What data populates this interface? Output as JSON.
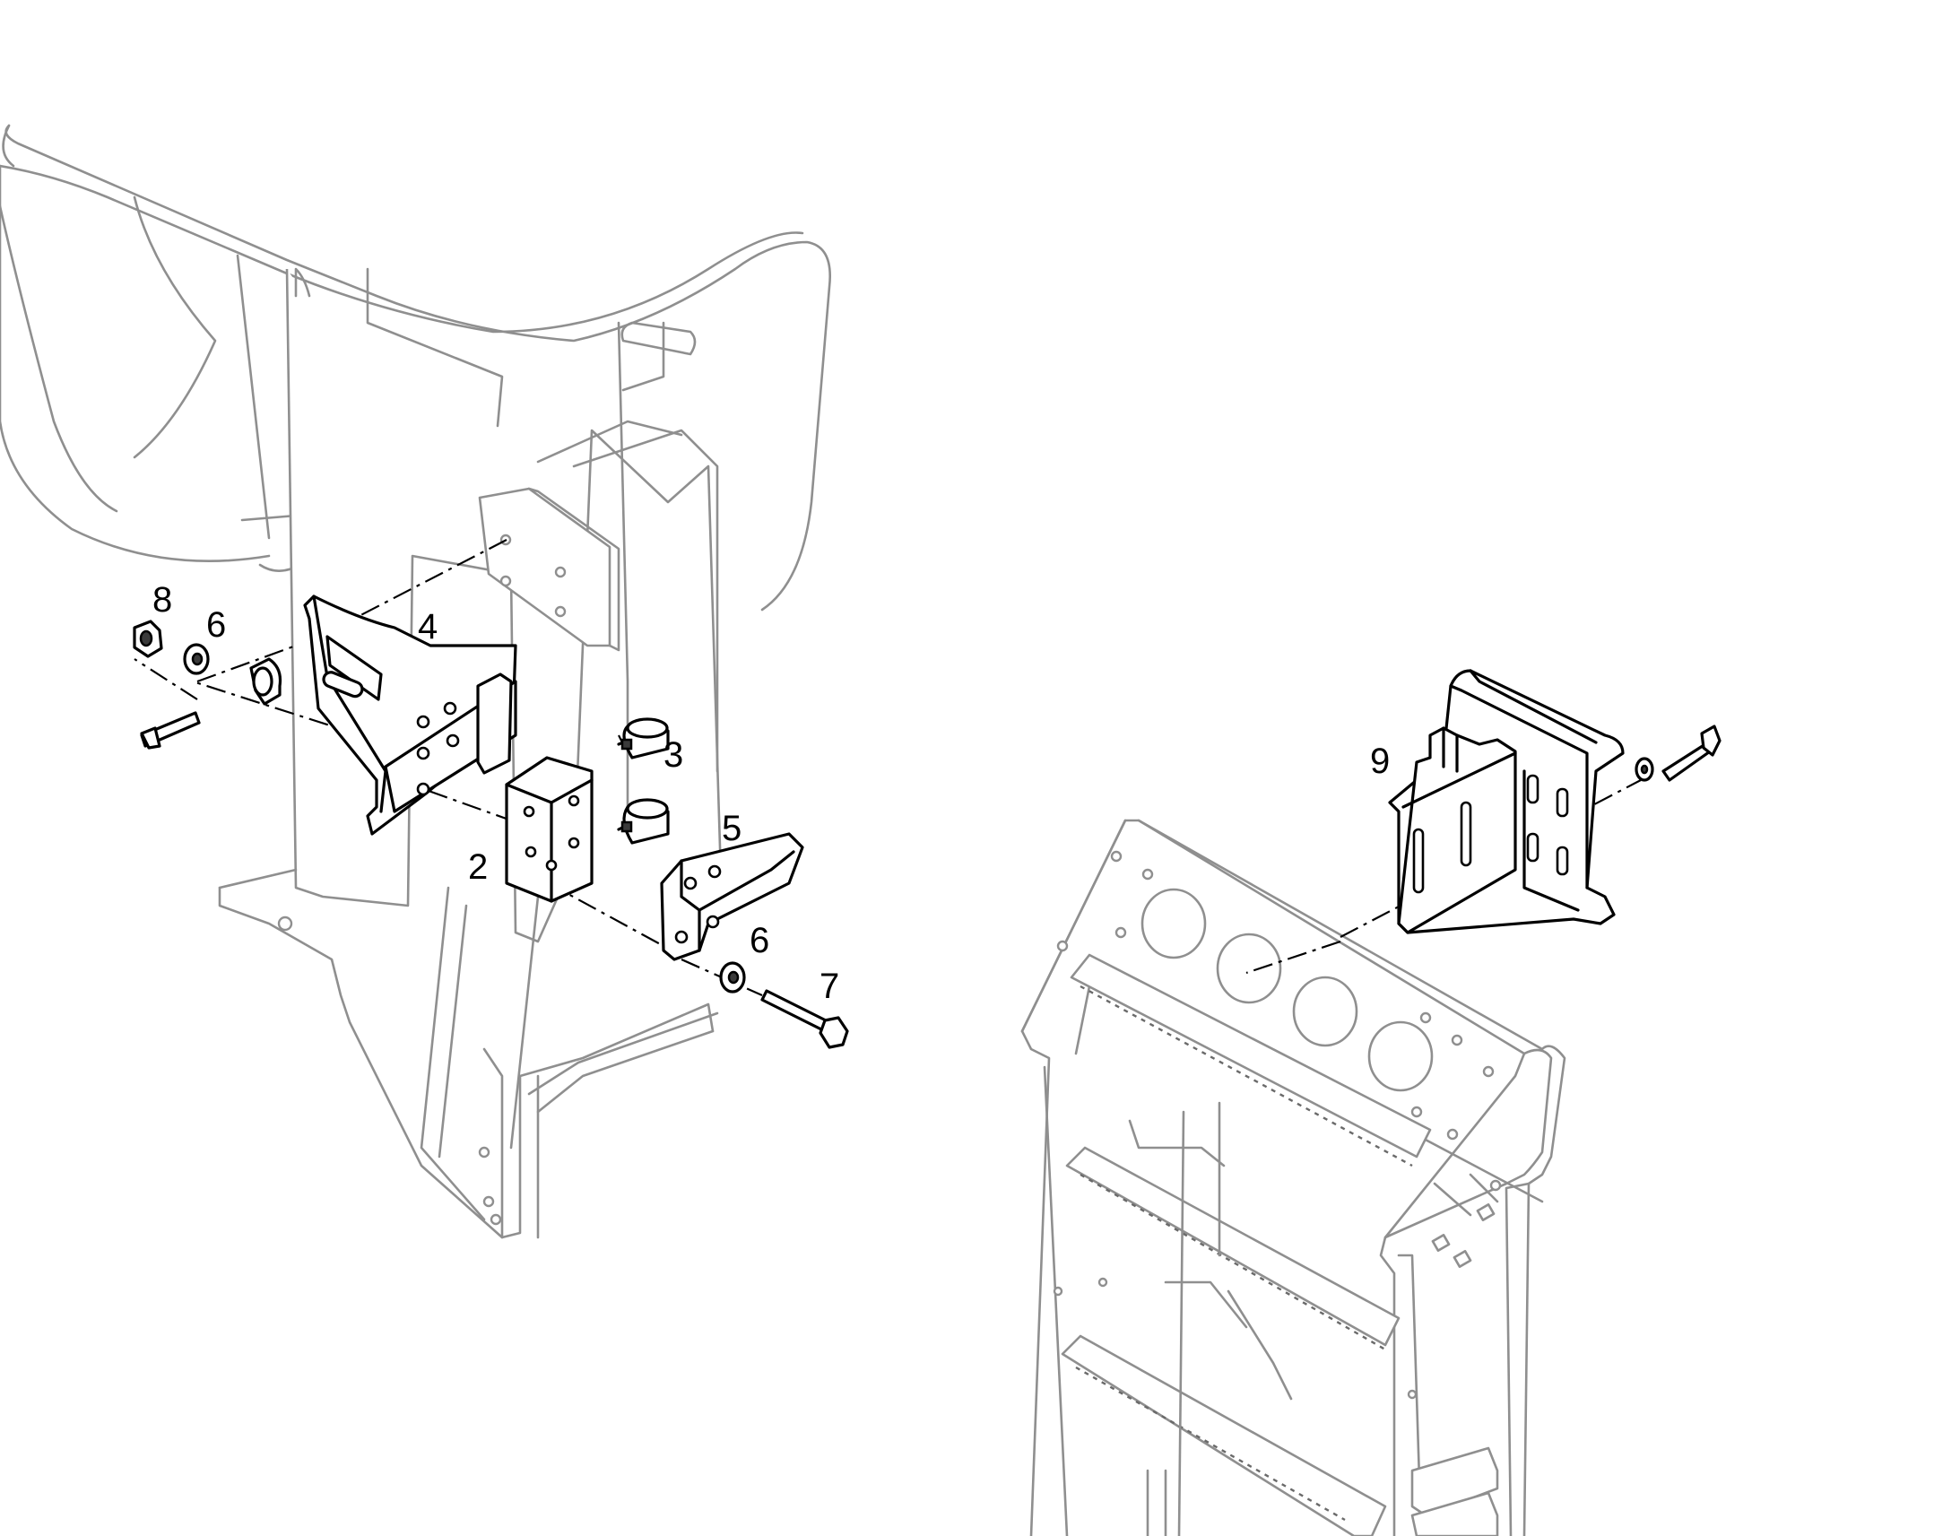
{
  "callouts": {
    "part_2": "2",
    "part_3": "3",
    "part_4": "4",
    "part_5": "5",
    "part_6_left": "6",
    "part_6_right": "6",
    "part_7": "7",
    "part_8": "8",
    "part_9": "9"
  }
}
